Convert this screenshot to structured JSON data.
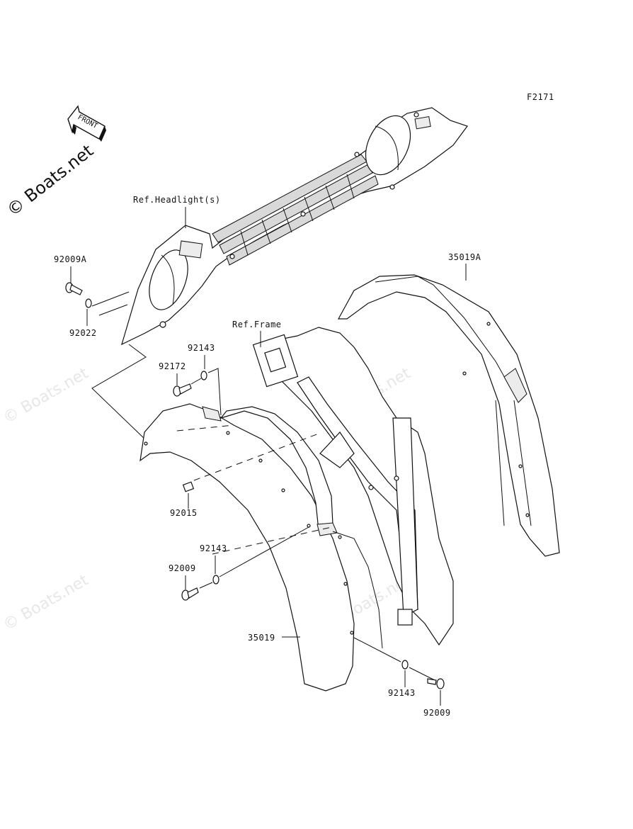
{
  "diagram": {
    "figure_code": "F2171",
    "front_arrow_text": "FRONT",
    "watermark_main": "© Boats.net",
    "watermark_repeat": "© Boats.net",
    "labels": {
      "ref_headlight": "Ref.Headlight(s)",
      "ref_frame": "Ref.Frame",
      "p92009A": "92009A",
      "p92022": "92022",
      "p35019A": "35019A",
      "p92143_a": "92143",
      "p92172": "92172",
      "p92015": "92015",
      "p92143_b": "92143",
      "p92009_a": "92009",
      "p35019": "35019",
      "p92143_c": "92143",
      "p92009_b": "92009"
    }
  }
}
